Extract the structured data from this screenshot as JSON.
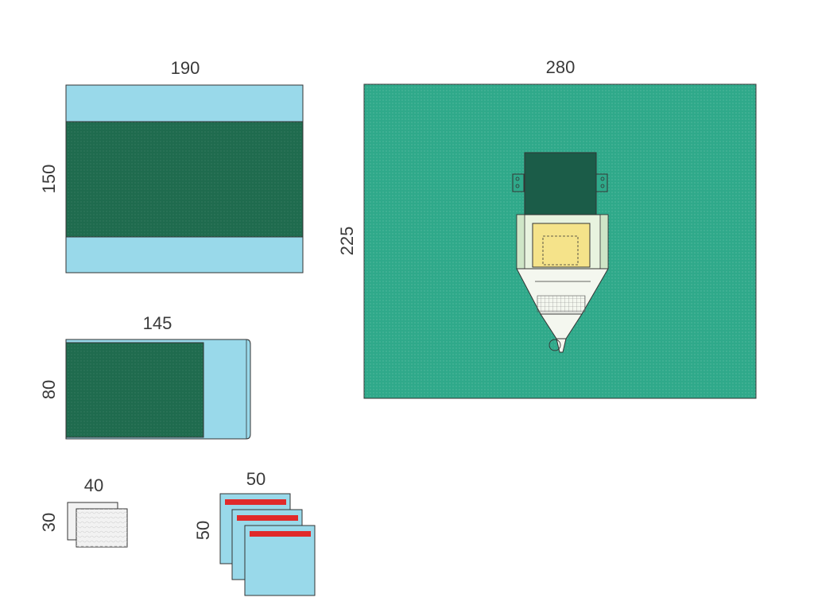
{
  "colors": {
    "light_blue": "#99d9ea",
    "dark_green": "#1f6b4e",
    "teal": "#2fa98a",
    "yellow": "#f5e38a",
    "red": "#e02a2a",
    "gauze": "#f2f2f2",
    "outline": "#333333"
  },
  "items": [
    {
      "name": "drape-190x150",
      "width_label": "190",
      "height_label": "150"
    },
    {
      "name": "drape-280x225",
      "width_label": "280",
      "height_label": "225"
    },
    {
      "name": "drape-145x80",
      "width_label": "145",
      "height_label": "80"
    },
    {
      "name": "gauze-40x30",
      "width_label": "40",
      "height_label": "30"
    },
    {
      "name": "tape-drapes-50x50",
      "width_label": "50",
      "height_label": "50"
    }
  ]
}
